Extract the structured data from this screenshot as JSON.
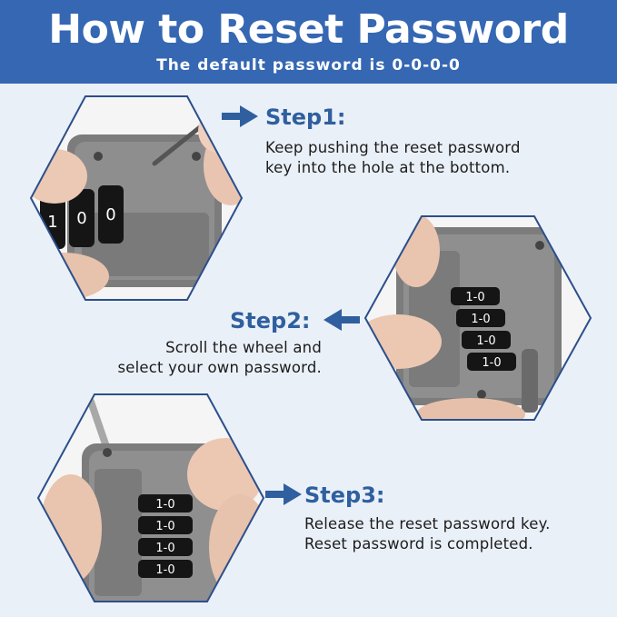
{
  "header": {
    "title": "How to Reset Password",
    "subtitle": "The default password is 0-0-0-0"
  },
  "steps": [
    {
      "title": "Step1:",
      "lines": [
        "Keep pushing the reset password",
        "key into the hole at the bottom."
      ]
    },
    {
      "title": "Step2:",
      "lines": [
        "Scroll the wheel and",
        "select your own password."
      ]
    },
    {
      "title": "Step3:",
      "lines": [
        "Release the reset password key.",
        "Reset password is completed."
      ]
    }
  ],
  "lock_digits": {
    "step1": [
      "1",
      "0",
      "0"
    ],
    "step2": [
      "1-0",
      "1-0",
      "1-0",
      "1-0"
    ],
    "step3": [
      "1-0",
      "1-0",
      "1-0",
      "1-0"
    ]
  },
  "colors": {
    "header_bg": "#3567b3",
    "accent": "#2f5f9e",
    "hex_border": "#2b4f8a",
    "background": "#eaf0f8"
  },
  "icons": [
    "arrow-right-icon",
    "arrow-left-icon",
    "arrow-right-icon"
  ]
}
